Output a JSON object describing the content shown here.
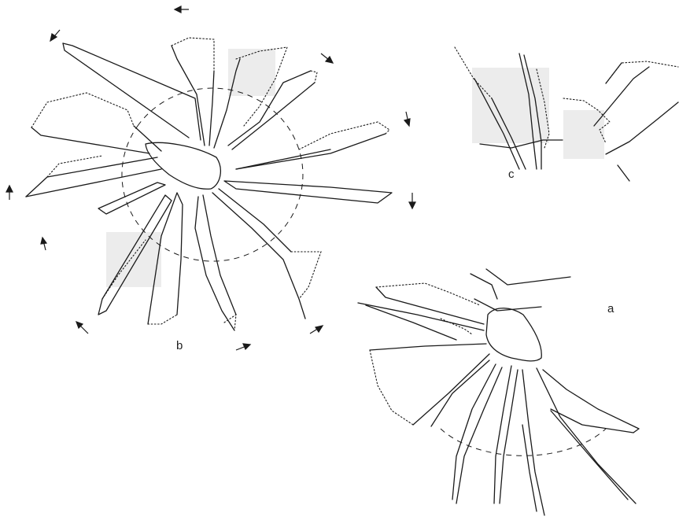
{
  "figure": {
    "labels": {
      "a": "a",
      "b": "b",
      "c": "c"
    }
  }
}
